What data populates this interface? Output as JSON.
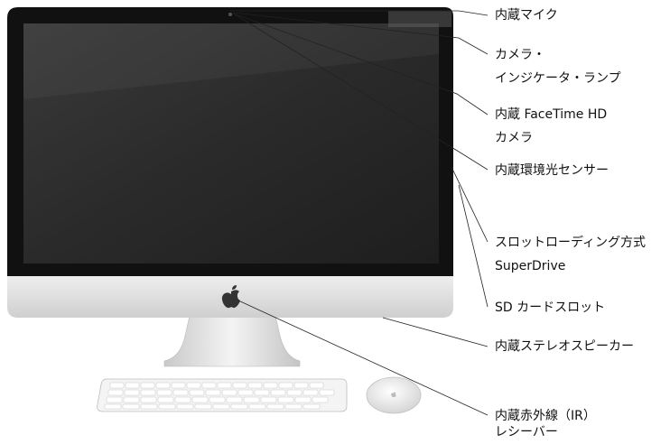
{
  "labels": {
    "mic": "内蔵マイク",
    "camera_indicator_1": "カメラ・",
    "camera_indicator_2": "インジケータ・ランプ",
    "facetime_1": "内蔵 FaceTime HD",
    "facetime_2": "カメラ",
    "ambient_light": "内蔵環境光センサー",
    "superdrive_1": "スロットローディング方式",
    "superdrive_2": "SuperDrive",
    "sd_slot": "SD カードスロット",
    "speakers": "内蔵ステレオスピーカー",
    "ir_1": "内蔵赤外線（IR）",
    "ir_2": "レシーバー"
  }
}
